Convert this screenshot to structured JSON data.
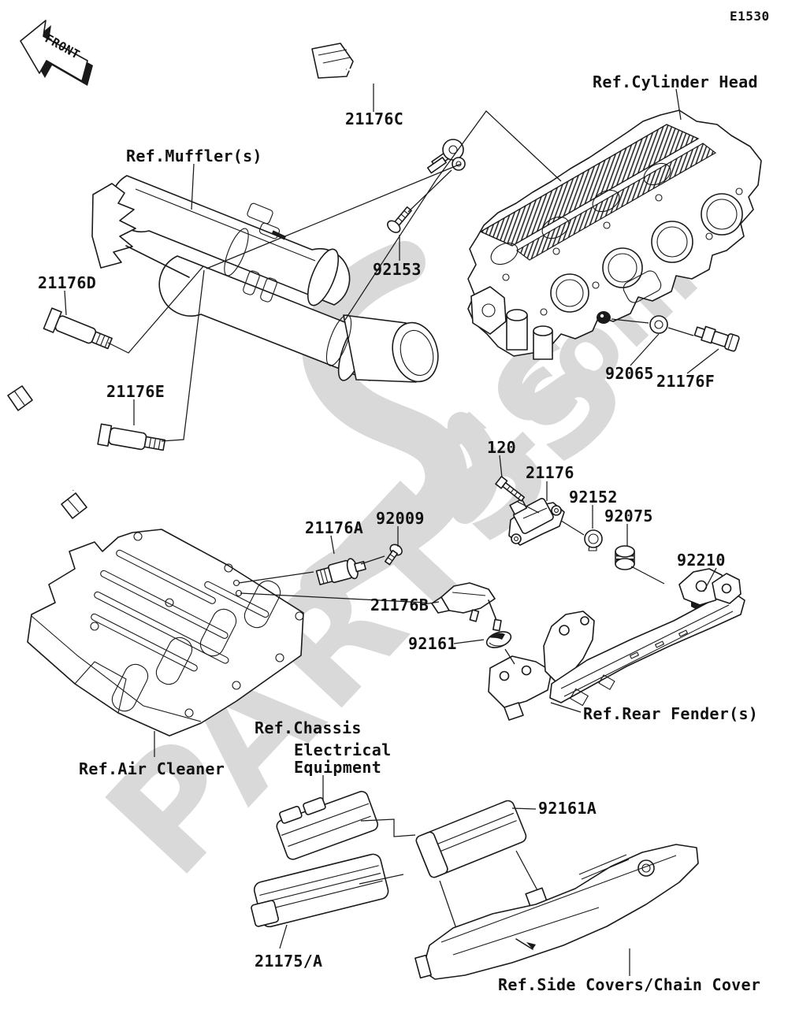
{
  "diagram": {
    "code": "E1530",
    "front_marker": "FRONT",
    "watermark": {
      "main": "PARTSS",
      "suffix": ".com"
    },
    "colors": {
      "line": "#1a1a1a",
      "watermark": "#d9d9d9",
      "background": "#ffffff"
    }
  },
  "references": {
    "muffler": "Ref.Muffler(s)",
    "cylinder_head": "Ref.Cylinder Head",
    "air_cleaner": "Ref.Air Cleaner",
    "chassis_line1": "Ref.Chassis",
    "chassis_line2": "Electrical",
    "chassis_line3": "Equipment",
    "rear_fender": "Ref.Rear Fender(s)",
    "side_covers": "Ref.Side Covers/Chain Cover"
  },
  "parts": {
    "p21176c": "21176C",
    "p21176d": "21176D",
    "p21176e": "21176E",
    "p21176a": "21176A",
    "p21176b": "21176B",
    "p21176f": "21176F",
    "p21176": "21176",
    "p21175": "21175/A",
    "p120": "120",
    "p92153": "92153",
    "p92065": "92065",
    "p92009": "92009",
    "p92152": "92152",
    "p92075": "92075",
    "p92210": "92210",
    "p92161": "92161",
    "p92161a": "92161A"
  }
}
